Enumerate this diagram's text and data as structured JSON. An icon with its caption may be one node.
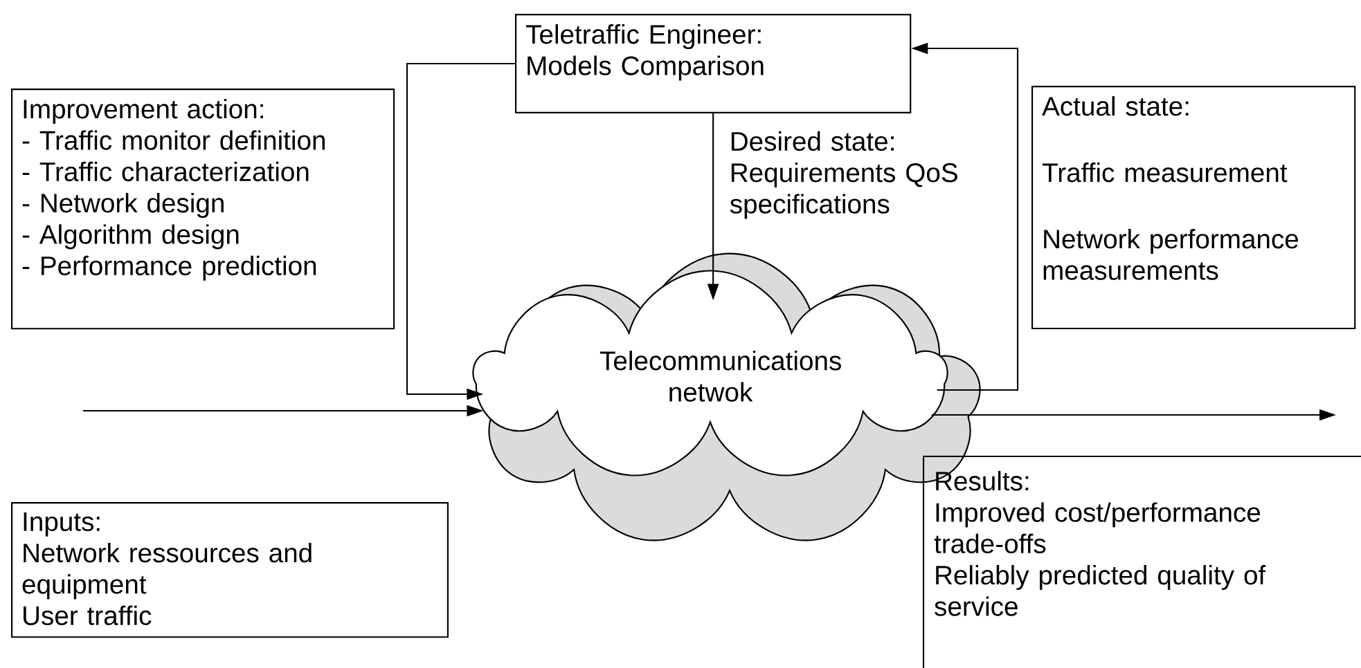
{
  "diagram": {
    "nodes": [
      {
        "text": [
          "Teletraffic Engineer:",
          "Models Comparison"
        ]
      },
      {
        "text": [
          "Improvement action:",
          "- Traffic monitor definition",
          "- Traffic characterization",
          "- Network design",
          "- Algorithm design",
          "- Performance prediction"
        ]
      },
      {
        "text": [
          "Actual state:",
          "Traffic measurement",
          "Network performance measurements"
        ]
      },
      {
        "text": [
          "Telecommunications netwok"
        ]
      },
      {
        "text": [
          "Inputs:",
          "Network ressources and equipment",
          "User traffic"
        ]
      },
      {
        "text": [
          "Results:",
          "Improved cost/performance trade-offs",
          "Reliably predicted quality of service"
        ]
      }
    ],
    "edges": [
      {
        "from": 0,
        "to": 3,
        "arrow": "to",
        "label": "Desired state: Requirements QoS specifications"
      },
      {
        "from": 0,
        "to": 3,
        "arrow": "to"
      },
      {
        "from": 3,
        "to": 0,
        "arrow": "to"
      },
      {
        "from": null,
        "to": 3,
        "arrow": "to"
      },
      {
        "from": 3,
        "to": null,
        "arrow": "to"
      }
    ]
  }
}
